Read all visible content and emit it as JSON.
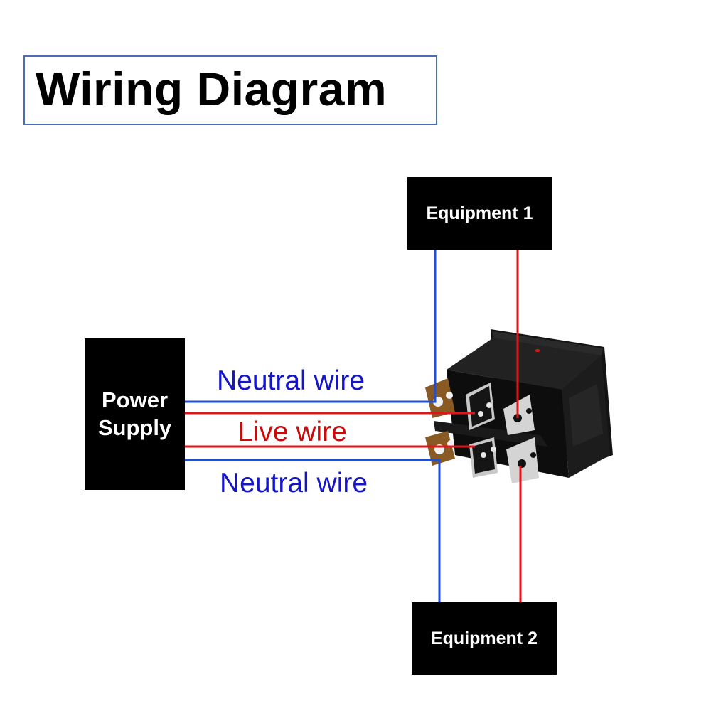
{
  "title": "Wiring Diagram",
  "blocks": {
    "equipment_1": "Equipment 1",
    "equipment_2": "Equipment 2",
    "power_supply_line1": "Power",
    "power_supply_line2": "Supply"
  },
  "wire_labels": {
    "neutral_top": "Neutral wire",
    "live": "Live wire",
    "neutral_bottom": "Neutral wire"
  },
  "colors": {
    "neutral": "#1f4fd6",
    "live": "#e0151b",
    "title_border": "#4a6bb5"
  },
  "component": "rocker-switch-6-pin-dpdt"
}
